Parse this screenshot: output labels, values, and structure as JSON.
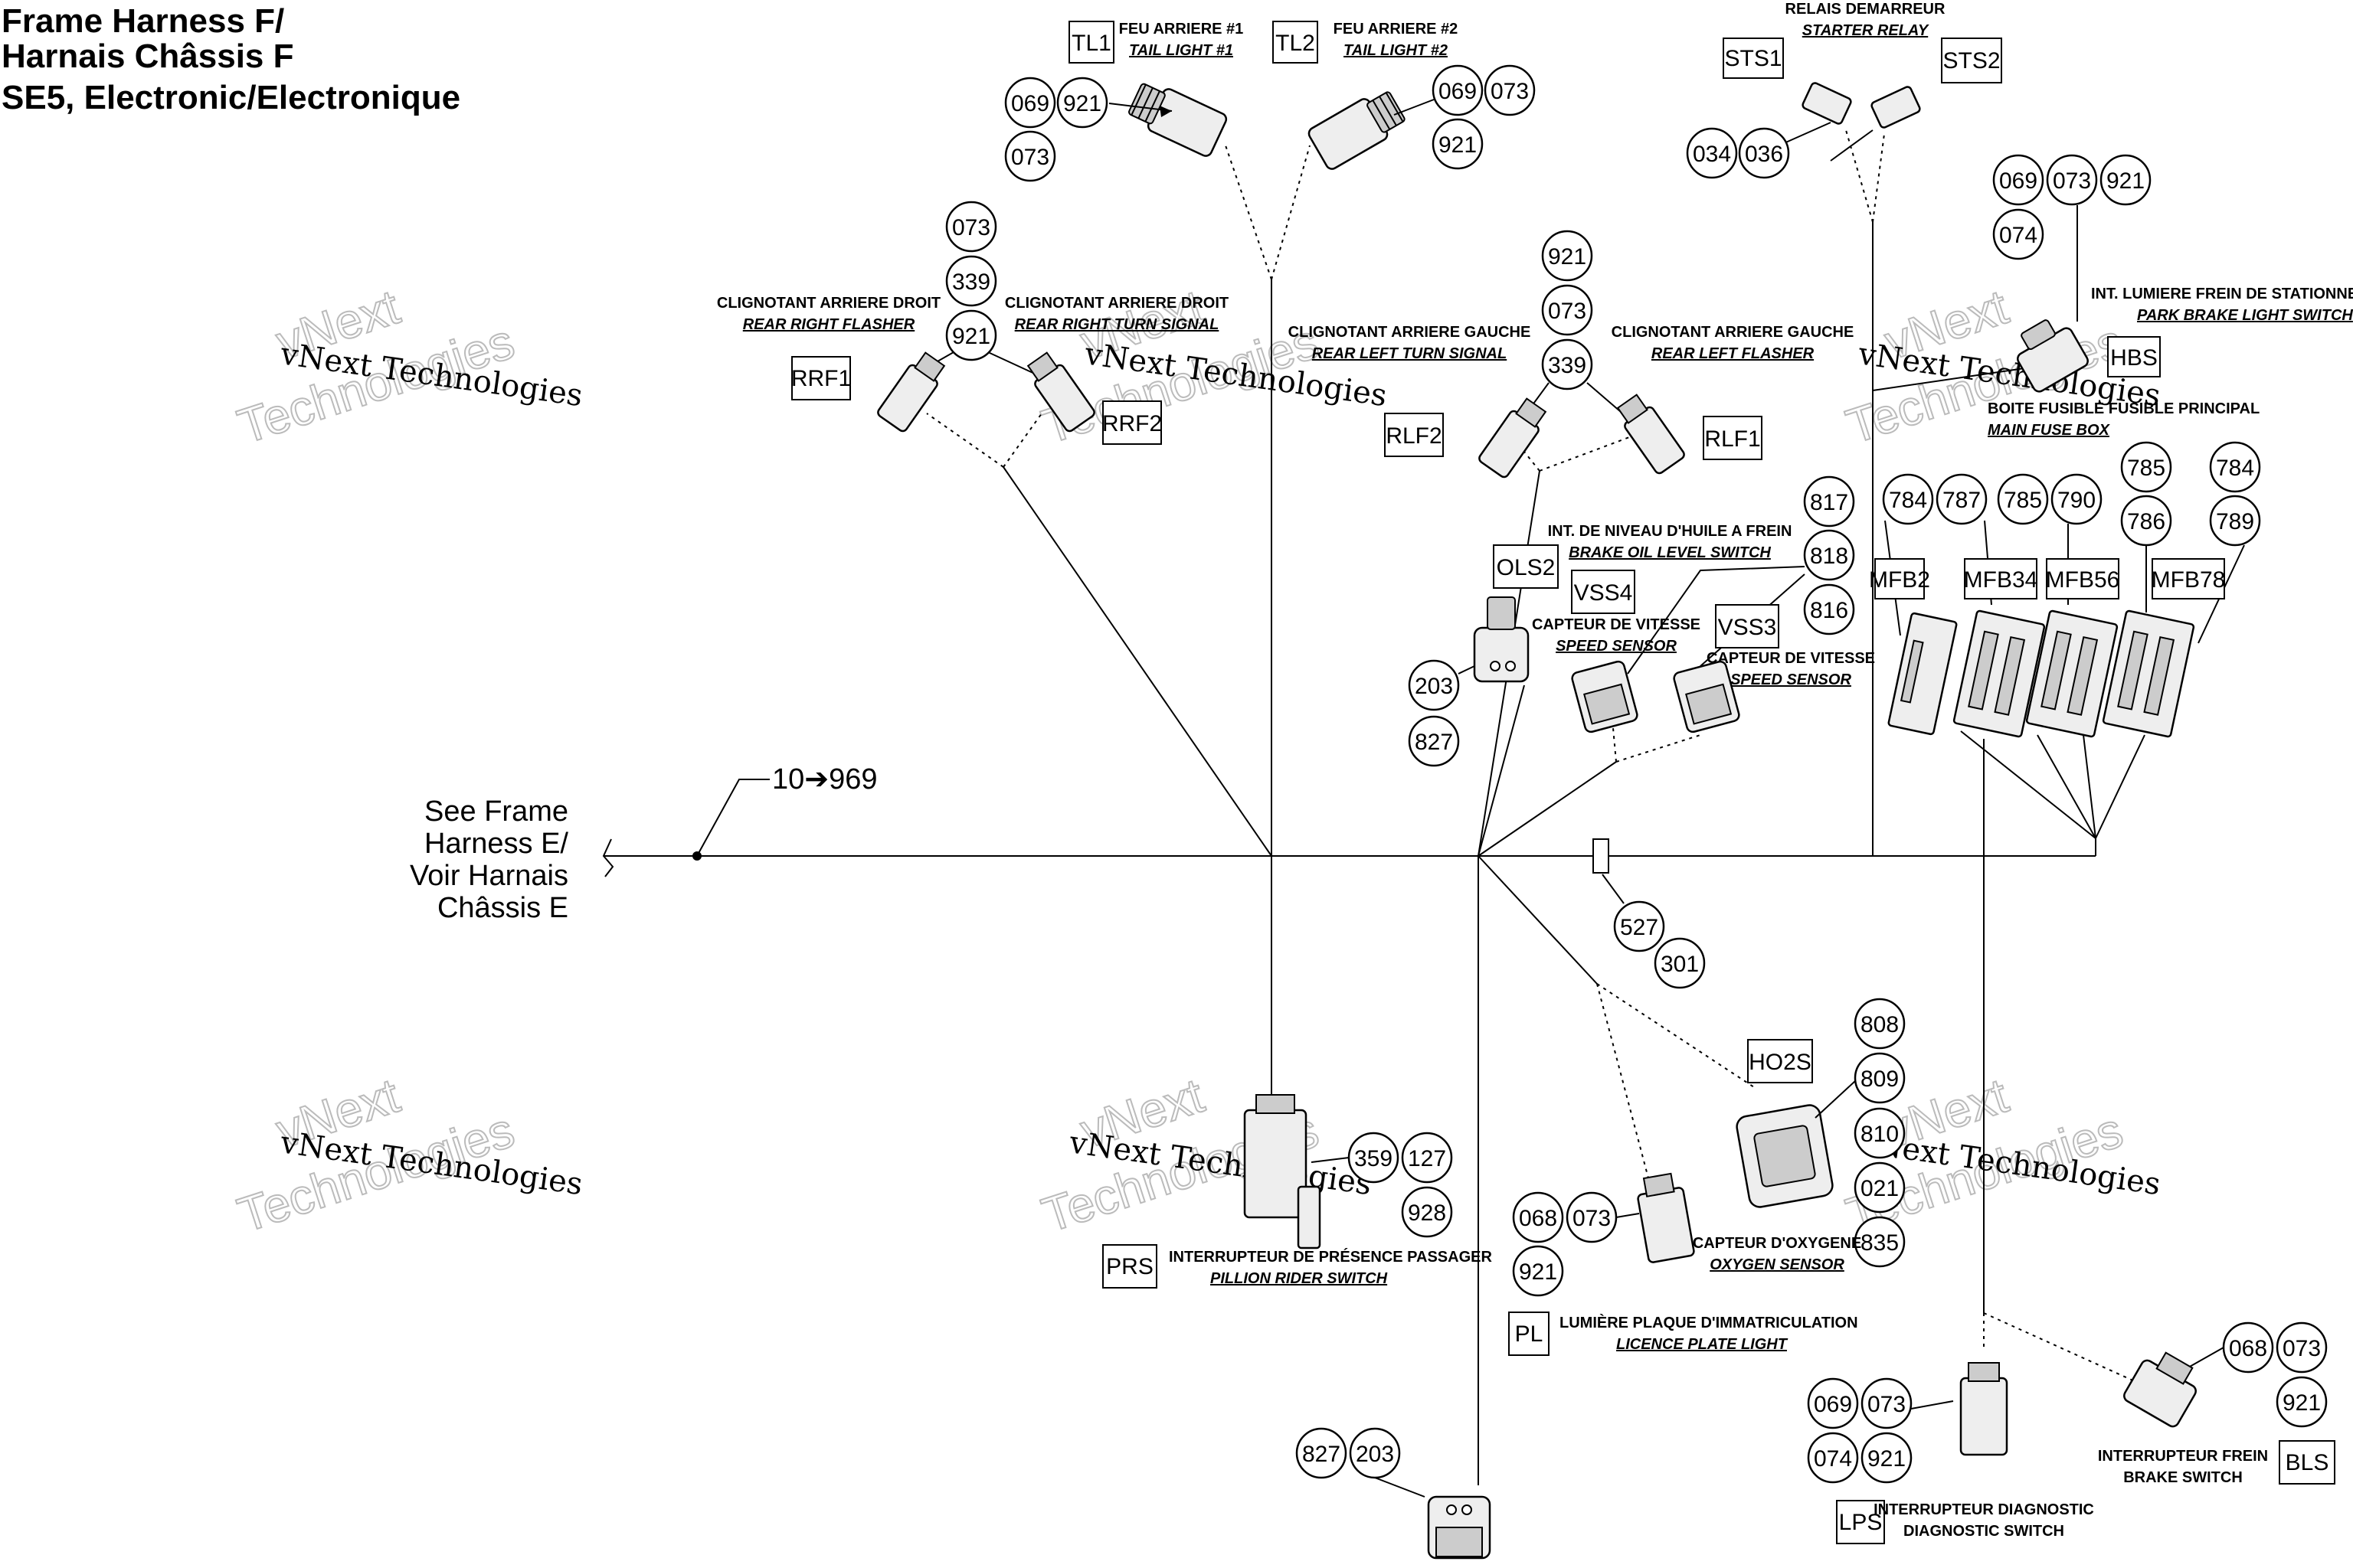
{
  "title": [
    "Frame Harness F/",
    "Harnais Châssis F",
    "SE5, Electronic/Electronique"
  ],
  "see_frame": [
    "See Frame",
    "Harness E/",
    "Voir Harnais",
    "Châssis E"
  ],
  "wire_ref": "10➔969",
  "watermark": [
    "vNext Technologies",
    "vNext",
    "Technologies"
  ],
  "labels": {
    "tl1_fr": "FEU ARRIERE #1",
    "tl1_en": "TAIL LIGHT #1",
    "tl2_fr": "FEU ARRIERE #2",
    "tl2_en": "TAIL LIGHT #2",
    "sts_fr": "RELAIS DEMARREUR",
    "sts_en": "STARTER RELAY",
    "rrf1_fr": "CLIGNOTANT ARRIERE DROIT",
    "rrf1_en": "REAR RIGHT FLASHER",
    "rrf2_fr": "CLIGNOTANT ARRIERE DROIT",
    "rrf2_en": "REAR RIGHT TURN SIGNAL",
    "rlf2_fr": "CLIGNOTANT ARRIERE GAUCHE",
    "rlf2_en": "REAR LEFT TURN SIGNAL",
    "rlf1_fr": "CLIGNOTANT ARRIERE GAUCHE",
    "rlf1_en": "REAR LEFT FLASHER",
    "hbs_fr": "INT. LUMIERE FREIN DE STATIONNEMENT",
    "hbs_en": "PARK BRAKE LIGHT SWITCH",
    "mfb_fr": "BOITE FUSIBLE FUSIBLE PRINCIPAL",
    "mfb_en": "MAIN FUSE BOX",
    "ols_fr": "INT. DE NIVEAU D'HUILE A FREIN",
    "ols_en": "BRAKE OIL LEVEL SWITCH",
    "vss4_fr": "CAPTEUR DE VITESSE",
    "vss4_en": "SPEED SENSOR",
    "vss3_fr": "CAPTEUR DE VITESSE",
    "vss3_en": "SPEED SENSOR",
    "prs_fr": "INTERRUPTEUR DE PRÉSENCE PASSAGER",
    "prs_en": "PILLION RIDER SWITCH",
    "o2_fr": "CAPTEUR D'OXYGENE",
    "o2_en": "OXYGEN SENSOR",
    "pl_fr": "LUMIÈRE PLAQUE D'IMMATRICULATION",
    "pl_en": "LICENCE PLATE LIGHT",
    "bls_fr": "INTERRUPTEUR FREIN",
    "bls_en": "BRAKE SWITCH",
    "lps_fr": "INTERRUPTEUR DIAGNOSTIC",
    "lps_en": "DIAGNOSTIC SWITCH"
  },
  "codes": {
    "tl1": "TL1",
    "tl2": "TL2",
    "sts1": "STS1",
    "sts2": "STS2",
    "rrf1": "RRF1",
    "rrf2": "RRF2",
    "rlf2": "RLF2",
    "rlf1": "RLF1",
    "hbs": "HBS",
    "mfb2": "MFB2",
    "mfb34": "MFB34",
    "mfb56": "MFB56",
    "mfb78": "MFB78",
    "ols2": "OLS2",
    "vss4": "VSS4",
    "vss3": "VSS3",
    "prs": "PRS",
    "ho2s": "HO2S",
    "pl": "PL",
    "bls": "BLS",
    "lps": "LPS"
  },
  "nums": {
    "n069": "069",
    "n921": "921",
    "n073": "073",
    "n339": "339",
    "n034": "034",
    "n036": "036",
    "n074": "074",
    "n784": "784",
    "n787": "787",
    "n785": "785",
    "n790": "790",
    "n786": "786",
    "n789": "789",
    "n817": "817",
    "n818": "818",
    "n816": "816",
    "n203": "203",
    "n827": "827",
    "n527": "527",
    "n301": "301",
    "n808": "808",
    "n809": "809",
    "n810": "810",
    "n021": "021",
    "n835": "835",
    "n359": "359",
    "n127": "127",
    "n928": "928",
    "n068": "068"
  }
}
